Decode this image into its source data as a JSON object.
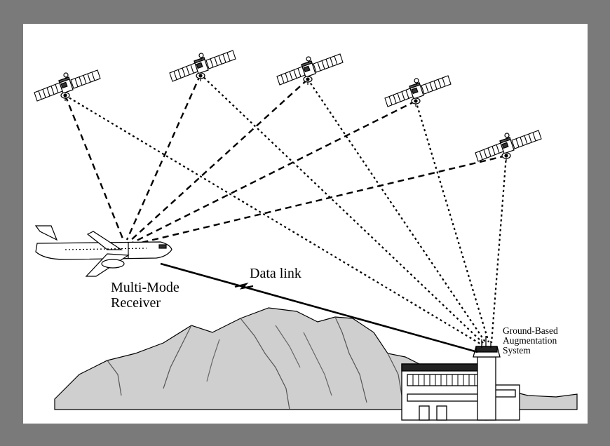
{
  "labels": {
    "receiver": [
      "Multi-Mode",
      "Receiver"
    ],
    "data_link": "Data link",
    "gbas": [
      "Ground-Based",
      "Augmentation",
      "System"
    ]
  },
  "satellites": [
    {
      "id": "sat-1",
      "icon": "satellite-icon"
    },
    {
      "id": "sat-2",
      "icon": "satellite-icon"
    },
    {
      "id": "sat-3",
      "icon": "satellite-icon"
    },
    {
      "id": "sat-4",
      "icon": "satellite-icon"
    },
    {
      "id": "sat-5",
      "icon": "satellite-icon"
    }
  ],
  "colors": {
    "frame": "#7a7a7a",
    "background": "#ffffff",
    "ink": "#000000",
    "mountain": "#c8c8c8"
  }
}
